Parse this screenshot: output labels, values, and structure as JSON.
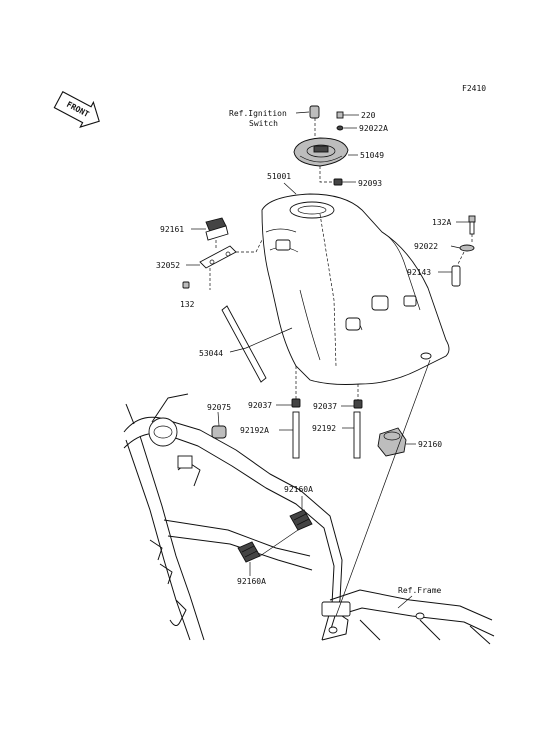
{
  "figure_code": "F2410",
  "front_label": "FRONT",
  "labels": {
    "ref_ignition": [
      "Ref.Ignition",
      "Switch"
    ],
    "p220": "220",
    "p92022a": "92022A",
    "p51049": "51049",
    "p92093": "92093",
    "p51001": "51001",
    "p132a": "132A",
    "p92161": "92161",
    "p92022": "92022",
    "p32052": "32052",
    "p92143": "92143",
    "p132": "132",
    "p53044": "53044",
    "p92075": "92075",
    "p92037_left": "92037",
    "p92037_right": "92037",
    "p92192a": "92192A",
    "p92192": "92192",
    "p92160": "92160",
    "p92160a_top": "92160A",
    "p92160a_bottom": "92160A",
    "ref_frame": "Ref.Frame"
  }
}
